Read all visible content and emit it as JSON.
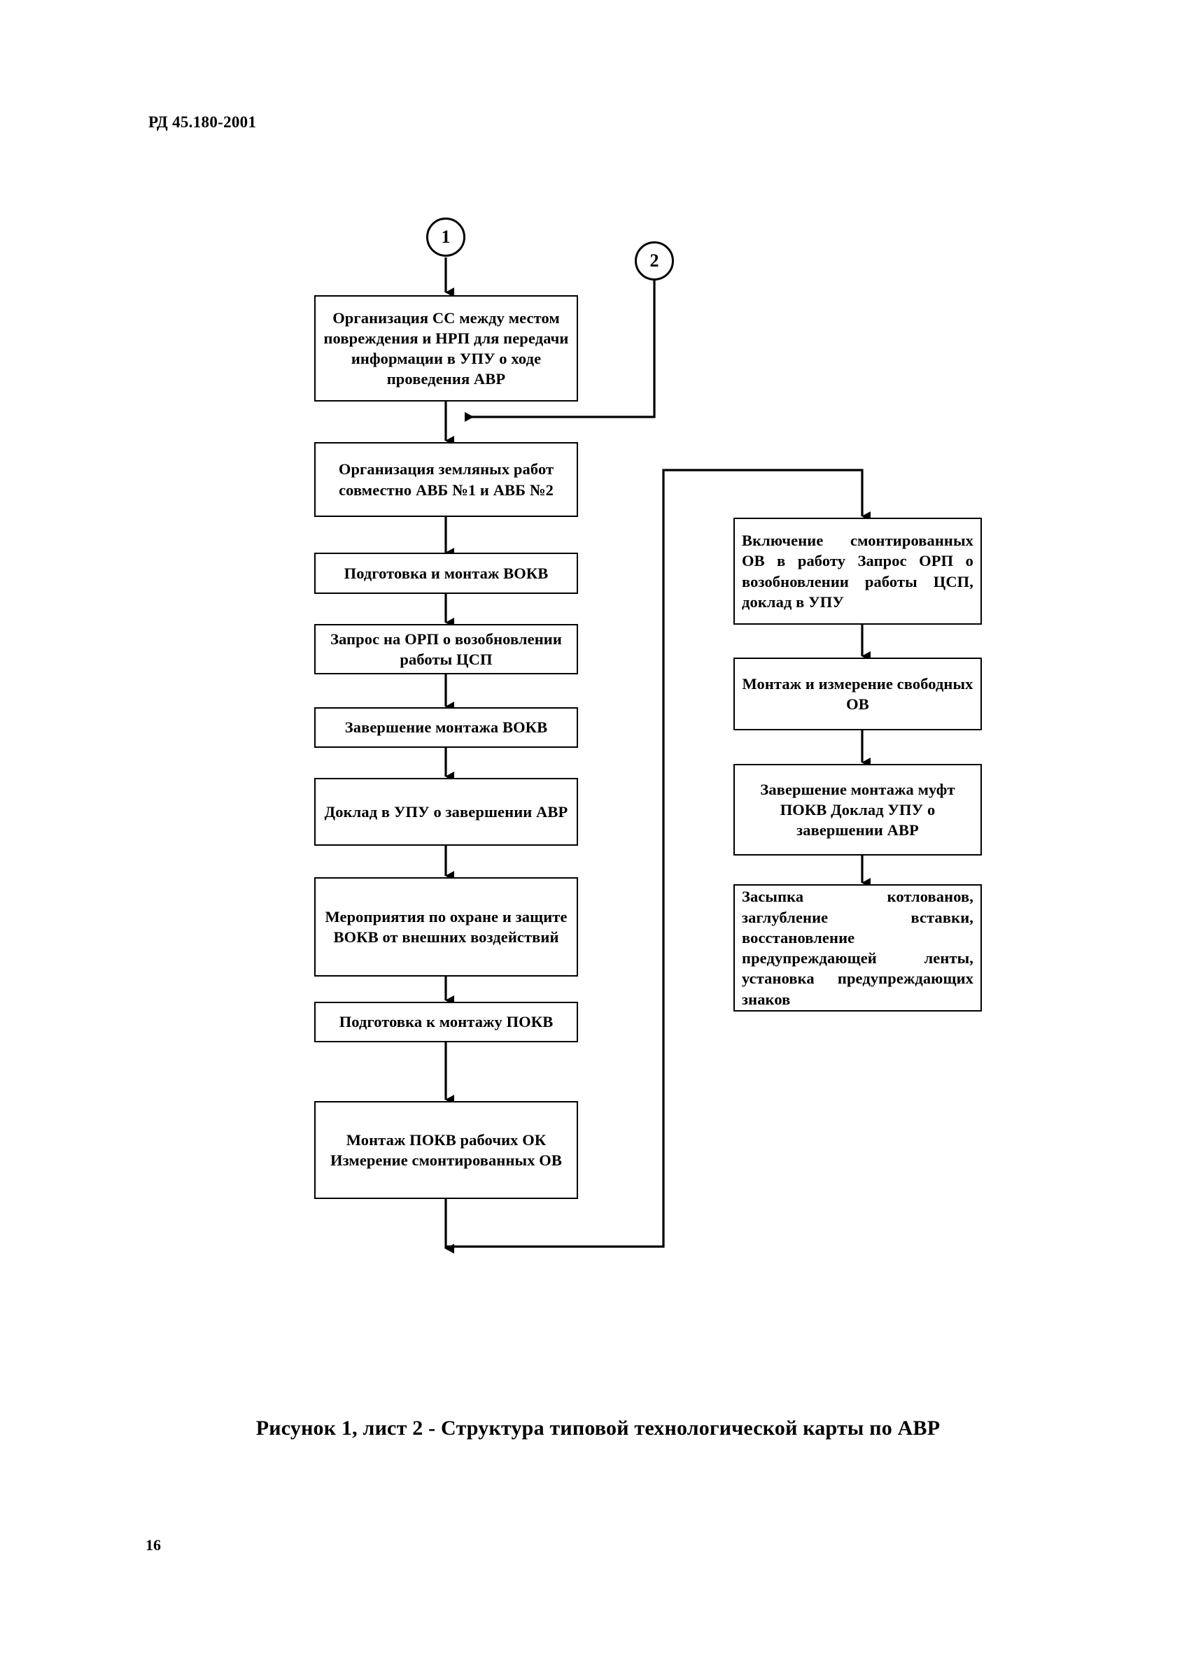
{
  "document": {
    "header": "РД 45.180-2001",
    "page_number": "16",
    "figure_caption": "Рисунок 1, лист 2 - Структура типовой технологической карты по АВР"
  },
  "colors": {
    "ink": "#000000",
    "paper": "#ffffff"
  },
  "flowchart": {
    "connectors": [
      {
        "id": "conn-1",
        "label": "1"
      },
      {
        "id": "conn-2",
        "label": "2"
      }
    ],
    "left_column": [
      {
        "id": "L1",
        "text": "Организация СС между местом повреждения и НРП для передачи информации в УПУ о ходе проведения АВР"
      },
      {
        "id": "L2",
        "text": "Организация земляных работ совместно АВБ №1 и АВБ №2"
      },
      {
        "id": "L3",
        "text": "Подготовка и монтаж ВОКВ"
      },
      {
        "id": "L4",
        "text": "Запрос на ОРП о возобновлении работы ЦСП"
      },
      {
        "id": "L5",
        "text": "Завершение монтажа ВОКВ"
      },
      {
        "id": "L6",
        "text": "Доклад в УПУ о завершении АВР"
      },
      {
        "id": "L7",
        "text": "Мероприятия по охране и защите ВОКВ от внешних воздействий"
      },
      {
        "id": "L8",
        "text": "Подготовка к монтажу ПОКВ"
      },
      {
        "id": "L9",
        "text": "Монтаж ПОКВ рабочих ОК Измерение смонтированных ОВ"
      }
    ],
    "right_column": [
      {
        "id": "R1",
        "text": "Включение смонтированных ОВ в работу Запрос ОРП о возобновлении работы ЦСП, доклад в УПУ"
      },
      {
        "id": "R2",
        "text": "Монтаж и измерение свободных ОВ"
      },
      {
        "id": "R3",
        "text": "Завершение монтажа муфт ПОКВ Доклад УПУ о завершении АВР"
      },
      {
        "id": "R4",
        "text": "Засыпка котлованов, заглубление вставки, восстановление предупреждающей ленты, установка предупреждающих знаков"
      }
    ]
  }
}
